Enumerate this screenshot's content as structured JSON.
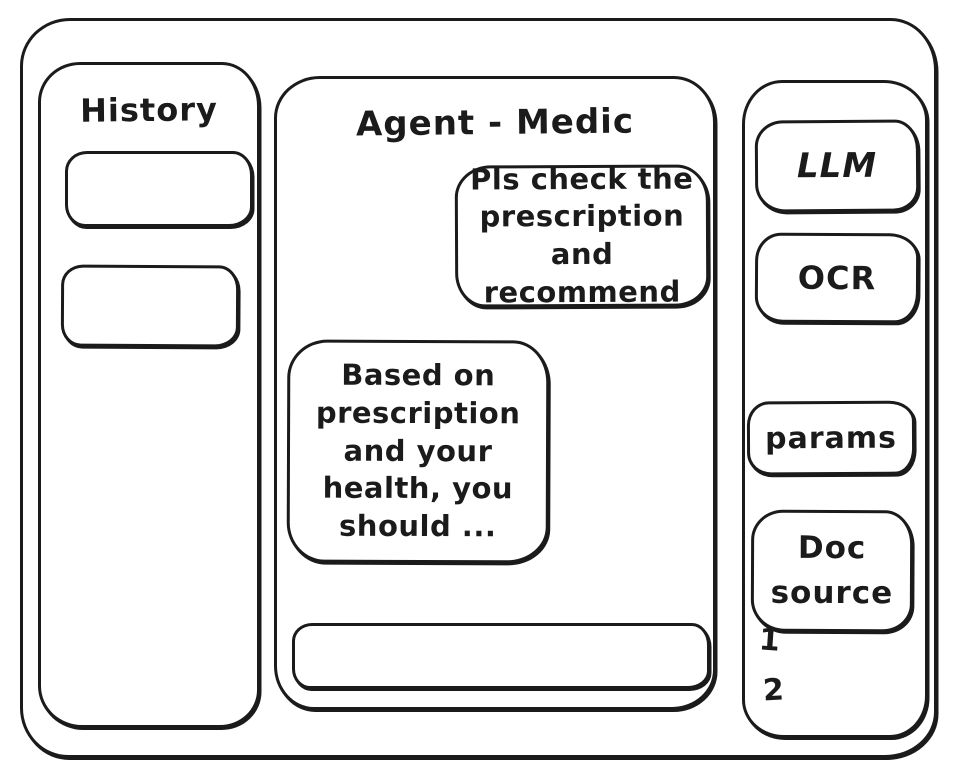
{
  "window": {
    "history_panel": {
      "title": "History",
      "items": [
        "",
        ""
      ]
    },
    "chat_panel": {
      "title": "Agent - Medic",
      "messages": [
        {
          "role": "user",
          "text": "Pls check the prescription and recommend"
        },
        {
          "role": "agent",
          "text": "Based on prescription and your health, you should ..."
        }
      ],
      "input": {
        "value": "",
        "placeholder": ""
      }
    },
    "tools_panel": {
      "buttons": {
        "llm": "LLM",
        "ocr": "OCR",
        "params": "params",
        "doc_source": "Doc source"
      },
      "doc_source_items": [
        "1",
        "2"
      ]
    }
  },
  "colors": {
    "stroke": "#1b1b1b",
    "background": "#ffffff"
  }
}
